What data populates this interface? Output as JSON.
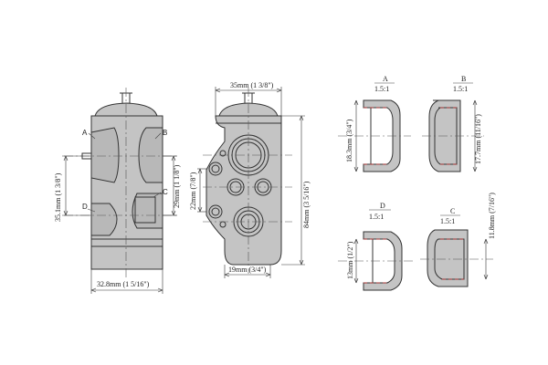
{
  "views": {
    "side": {
      "width_label": "32.8mm (1 5/16\")",
      "height_label": "35.1mm (1 3/8\")",
      "port_height_label": "29mm (1 1/8\")",
      "callouts": [
        "A",
        "B",
        "C",
        "D"
      ]
    },
    "front": {
      "top_width_label": "35mm (1 3/8\")",
      "height_label": "84mm (3 5/16\")",
      "left_label": "22mm (7/8\")",
      "bottom_width_label": "19mm (3/4\")"
    }
  },
  "details": [
    {
      "letter": "A",
      "scale": "1.5:1",
      "dimension": "18.3mm (3/4\")"
    },
    {
      "letter": "B",
      "scale": "1.5:1",
      "dimension": "17.7mm (11/16\")"
    },
    {
      "letter": "D",
      "scale": "1.5:1",
      "dimension": "13mm (1/2\")"
    },
    {
      "letter": "C",
      "scale": "1.5:1",
      "dimension": "11.8mm (7/16\")"
    }
  ],
  "colors": {
    "body_fill": "#c4c4c4",
    "line": "#333333",
    "hidden_line": "#c03030"
  }
}
